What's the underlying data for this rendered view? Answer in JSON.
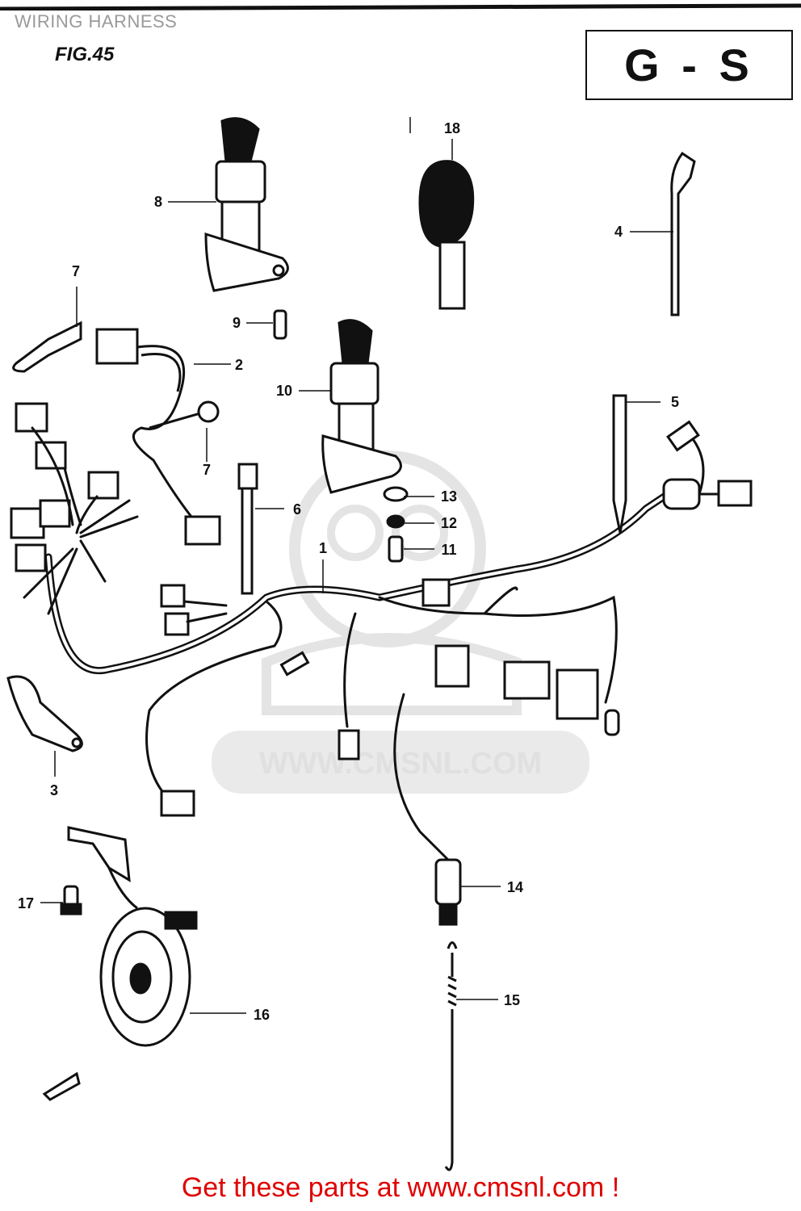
{
  "page": {
    "title": "WIRING HARNESS",
    "figure": "FIG.45",
    "model_code": "G - S"
  },
  "watermark": {
    "text": "WWW.CMSNL.COM"
  },
  "callouts": [
    "1",
    "2",
    "3",
    "4",
    "5",
    "6",
    "7",
    "7",
    "8",
    "9",
    "10",
    "11",
    "12",
    "13",
    "14",
    "15",
    "16",
    "17",
    "18"
  ],
  "footer": {
    "text": "Get these parts at www.cmsnl.com !",
    "color": "#e00000"
  }
}
